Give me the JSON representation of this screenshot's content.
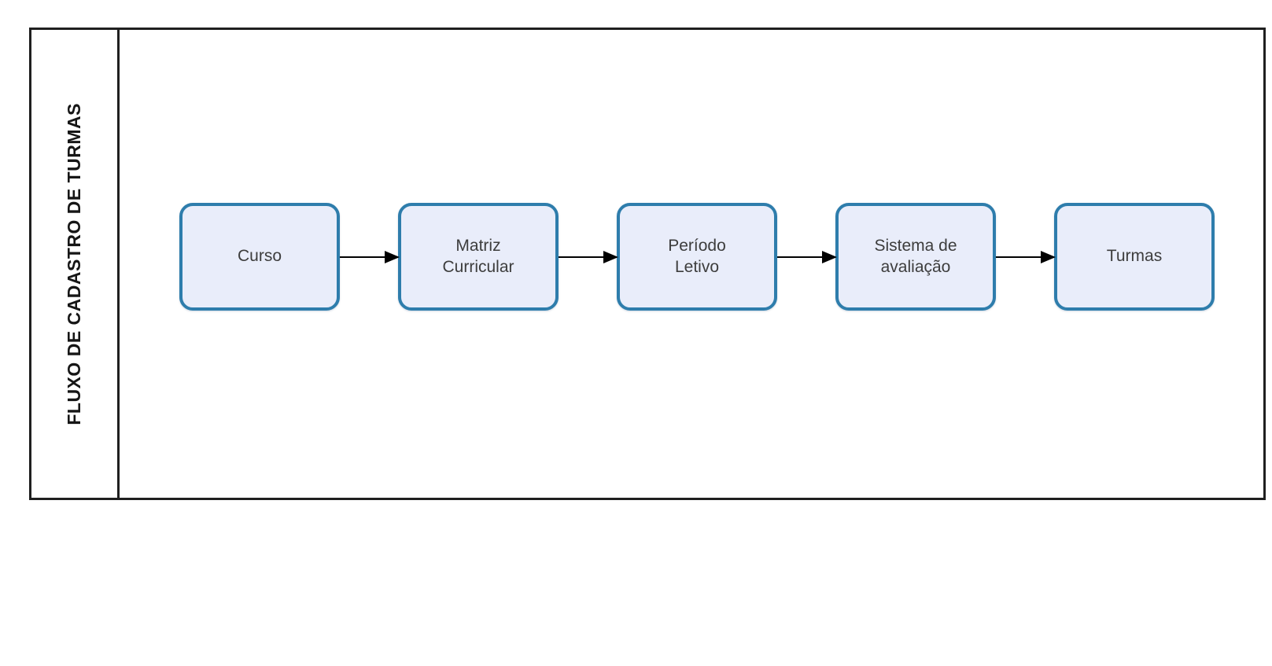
{
  "diagram": {
    "lane_title": "FLUXO DE CADASTRO DE TURMAS",
    "type": "flowchart",
    "direction": "left-to-right",
    "nodes": [
      {
        "id": "curso",
        "label": "Curso"
      },
      {
        "id": "matriz-curricular",
        "label": "Matriz\nCurricular"
      },
      {
        "id": "periodo-letivo",
        "label": "Período\nLetivo"
      },
      {
        "id": "sistema-de-avaliacao",
        "label": "Sistema de\navaliação"
      },
      {
        "id": "turmas",
        "label": "Turmas"
      }
    ],
    "edges": [
      {
        "from": "curso",
        "to": "matriz-curricular"
      },
      {
        "from": "matriz-curricular",
        "to": "periodo-letivo"
      },
      {
        "from": "periodo-letivo",
        "to": "sistema-de-avaliacao"
      },
      {
        "from": "sistema-de-avaliacao",
        "to": "turmas"
      }
    ],
    "colors": {
      "node_fill": "#e9edfa",
      "node_border": "#2e7dac",
      "arrow": "#000000",
      "frame_border": "#1f1f1f",
      "node_text": "#3d3d3d",
      "title_text": "#161616",
      "background": "#ffffff"
    }
  }
}
